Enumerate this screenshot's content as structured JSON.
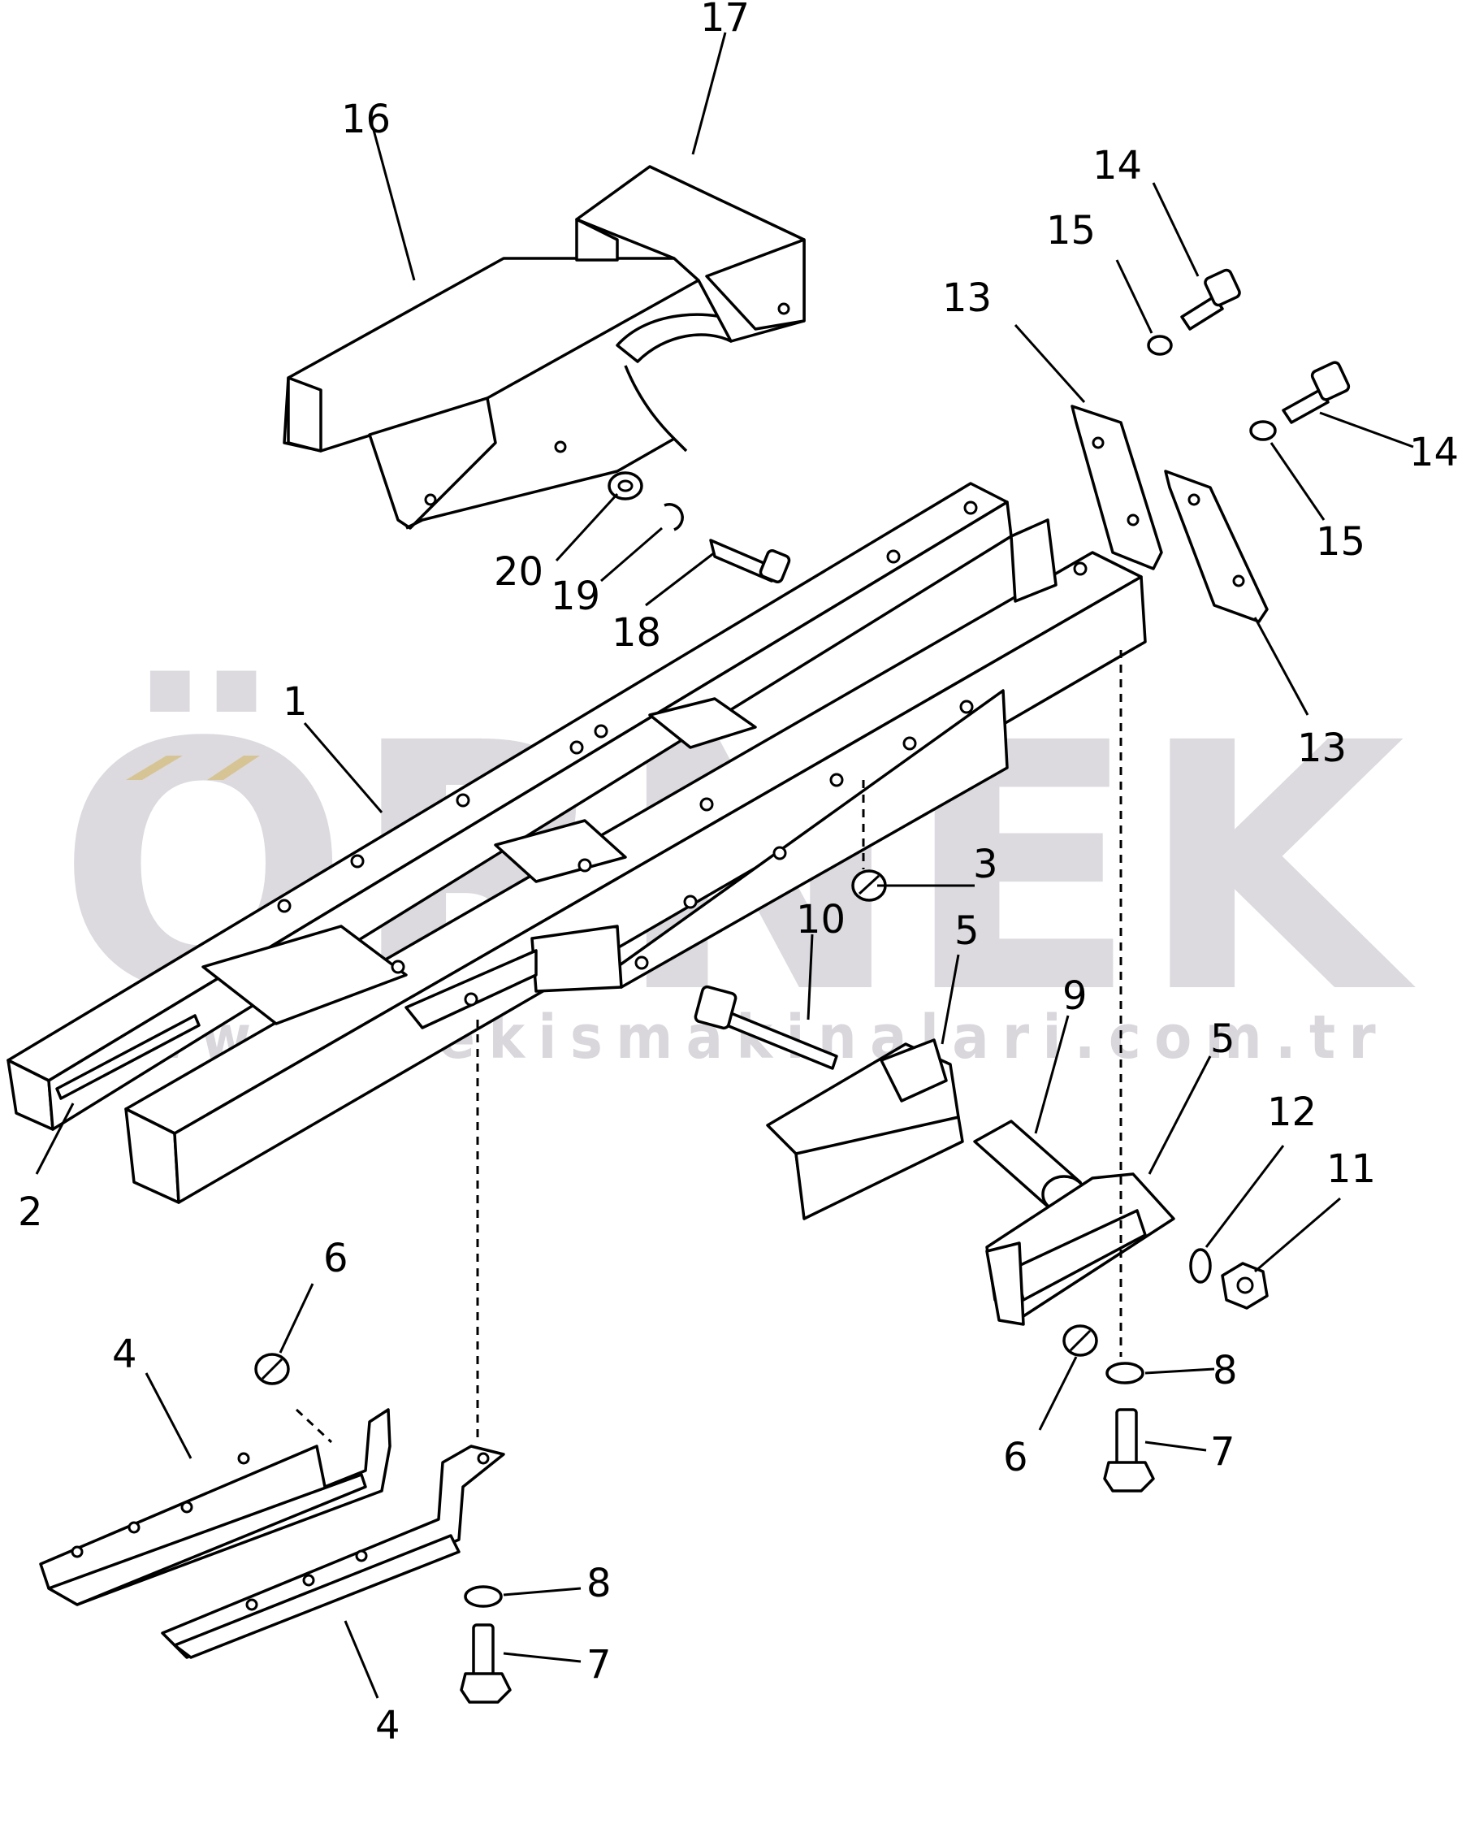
{
  "watermark": {
    "brand": "ÖRNEK",
    "url": "www.ornekismakinalari.com.tr",
    "accent_color": "#f2d36b",
    "text_color": "#b9b5c0"
  },
  "callouts": {
    "c1": "1",
    "c2": "2",
    "c3": "3",
    "c4a": "4",
    "c4b": "4",
    "c5a": "5",
    "c5b": "5",
    "c6a": "6",
    "c6b": "6",
    "c7a": "7",
    "c7b": "7",
    "c8a": "8",
    "c8b": "8",
    "c9": "9",
    "c10": "10",
    "c11": "11",
    "c12": "12",
    "c13a": "13",
    "c13b": "13",
    "c14a": "14",
    "c14b": "14",
    "c15a": "15",
    "c15b": "15",
    "c16": "16",
    "c17": "17",
    "c18": "18",
    "c19": "19",
    "c20": "20"
  }
}
